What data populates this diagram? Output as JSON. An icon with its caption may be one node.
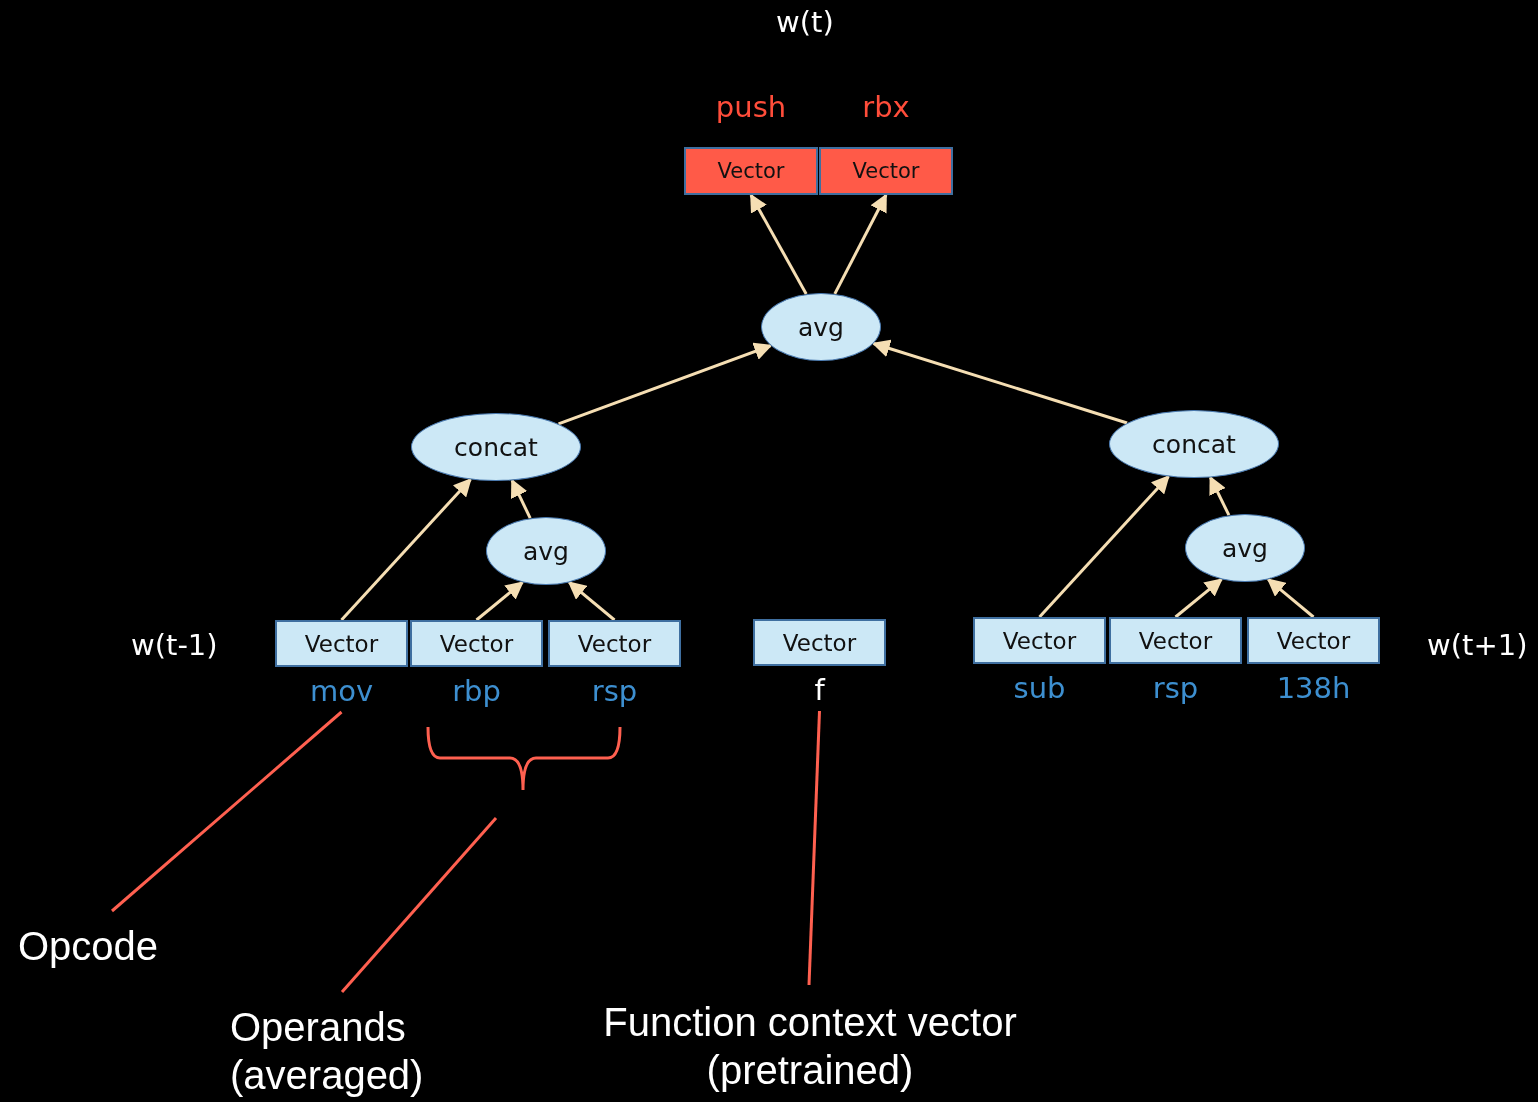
{
  "diagram": {
    "nodes": [
      {
        "text": [
          "Vector"
        ],
        "beside": [
          "push"
        ]
      },
      {
        "text": [
          "Vector"
        ],
        "beside": [
          "rbx"
        ]
      },
      {
        "text": [
          "avg"
        ]
      },
      {
        "text": [
          "concat"
        ]
      },
      {
        "text": [
          "concat"
        ]
      },
      {
        "text": [
          "avg"
        ]
      },
      {
        "text": [
          "avg"
        ]
      },
      {
        "text": [
          "Vector"
        ],
        "beside": [
          "mov"
        ]
      },
      {
        "text": [
          "Vector"
        ],
        "beside": [
          "rbp"
        ]
      },
      {
        "text": [
          "Vector"
        ],
        "beside": [
          "rsp"
        ]
      },
      {
        "text": [
          "Vector"
        ],
        "beside": [
          "f"
        ]
      },
      {
        "text": [
          "Vector"
        ],
        "beside": [
          "sub"
        ]
      },
      {
        "text": [
          "Vector"
        ],
        "beside": [
          "rsp"
        ]
      },
      {
        "text": [
          "Vector"
        ],
        "beside": [
          "138h"
        ]
      },
      {
        "text": [
          "Opcode"
        ]
      },
      {
        "text": [
          "Operands (averaged)"
        ]
      },
      {
        "text": [
          "Function context vector (pretrained)"
        ]
      }
    ],
    "edges": [
      {
        "from": 2,
        "to": 0,
        "arrow": "to"
      },
      {
        "from": 2,
        "to": 1,
        "arrow": "to"
      },
      {
        "from": 3,
        "to": 2,
        "arrow": "to"
      },
      {
        "from": 4,
        "to": 2,
        "arrow": "to"
      },
      {
        "from": 7,
        "to": 3,
        "arrow": "to"
      },
      {
        "from": 5,
        "to": 3,
        "arrow": "to"
      },
      {
        "from": 8,
        "to": 5,
        "arrow": "to"
      },
      {
        "from": 9,
        "to": 5,
        "arrow": "to"
      },
      {
        "from": 11,
        "to": 4,
        "arrow": "to"
      },
      {
        "from": 6,
        "to": 4,
        "arrow": "to"
      },
      {
        "from": 12,
        "to": 6,
        "arrow": "to"
      },
      {
        "from": 13,
        "to": 6,
        "arrow": "to"
      },
      {
        "from": 14,
        "to": 7,
        "arrow": "none",
        "color": "#ff6050"
      },
      {
        "from": 15,
        "to": null,
        "arrow": "none",
        "color": "#ff6050"
      },
      {
        "from": 16,
        "to": 10,
        "arrow": "none",
        "color": "#ff6050"
      }
    ],
    "labels": [
      "w(t)",
      "w(t-1)",
      "w(t+1)"
    ]
  }
}
